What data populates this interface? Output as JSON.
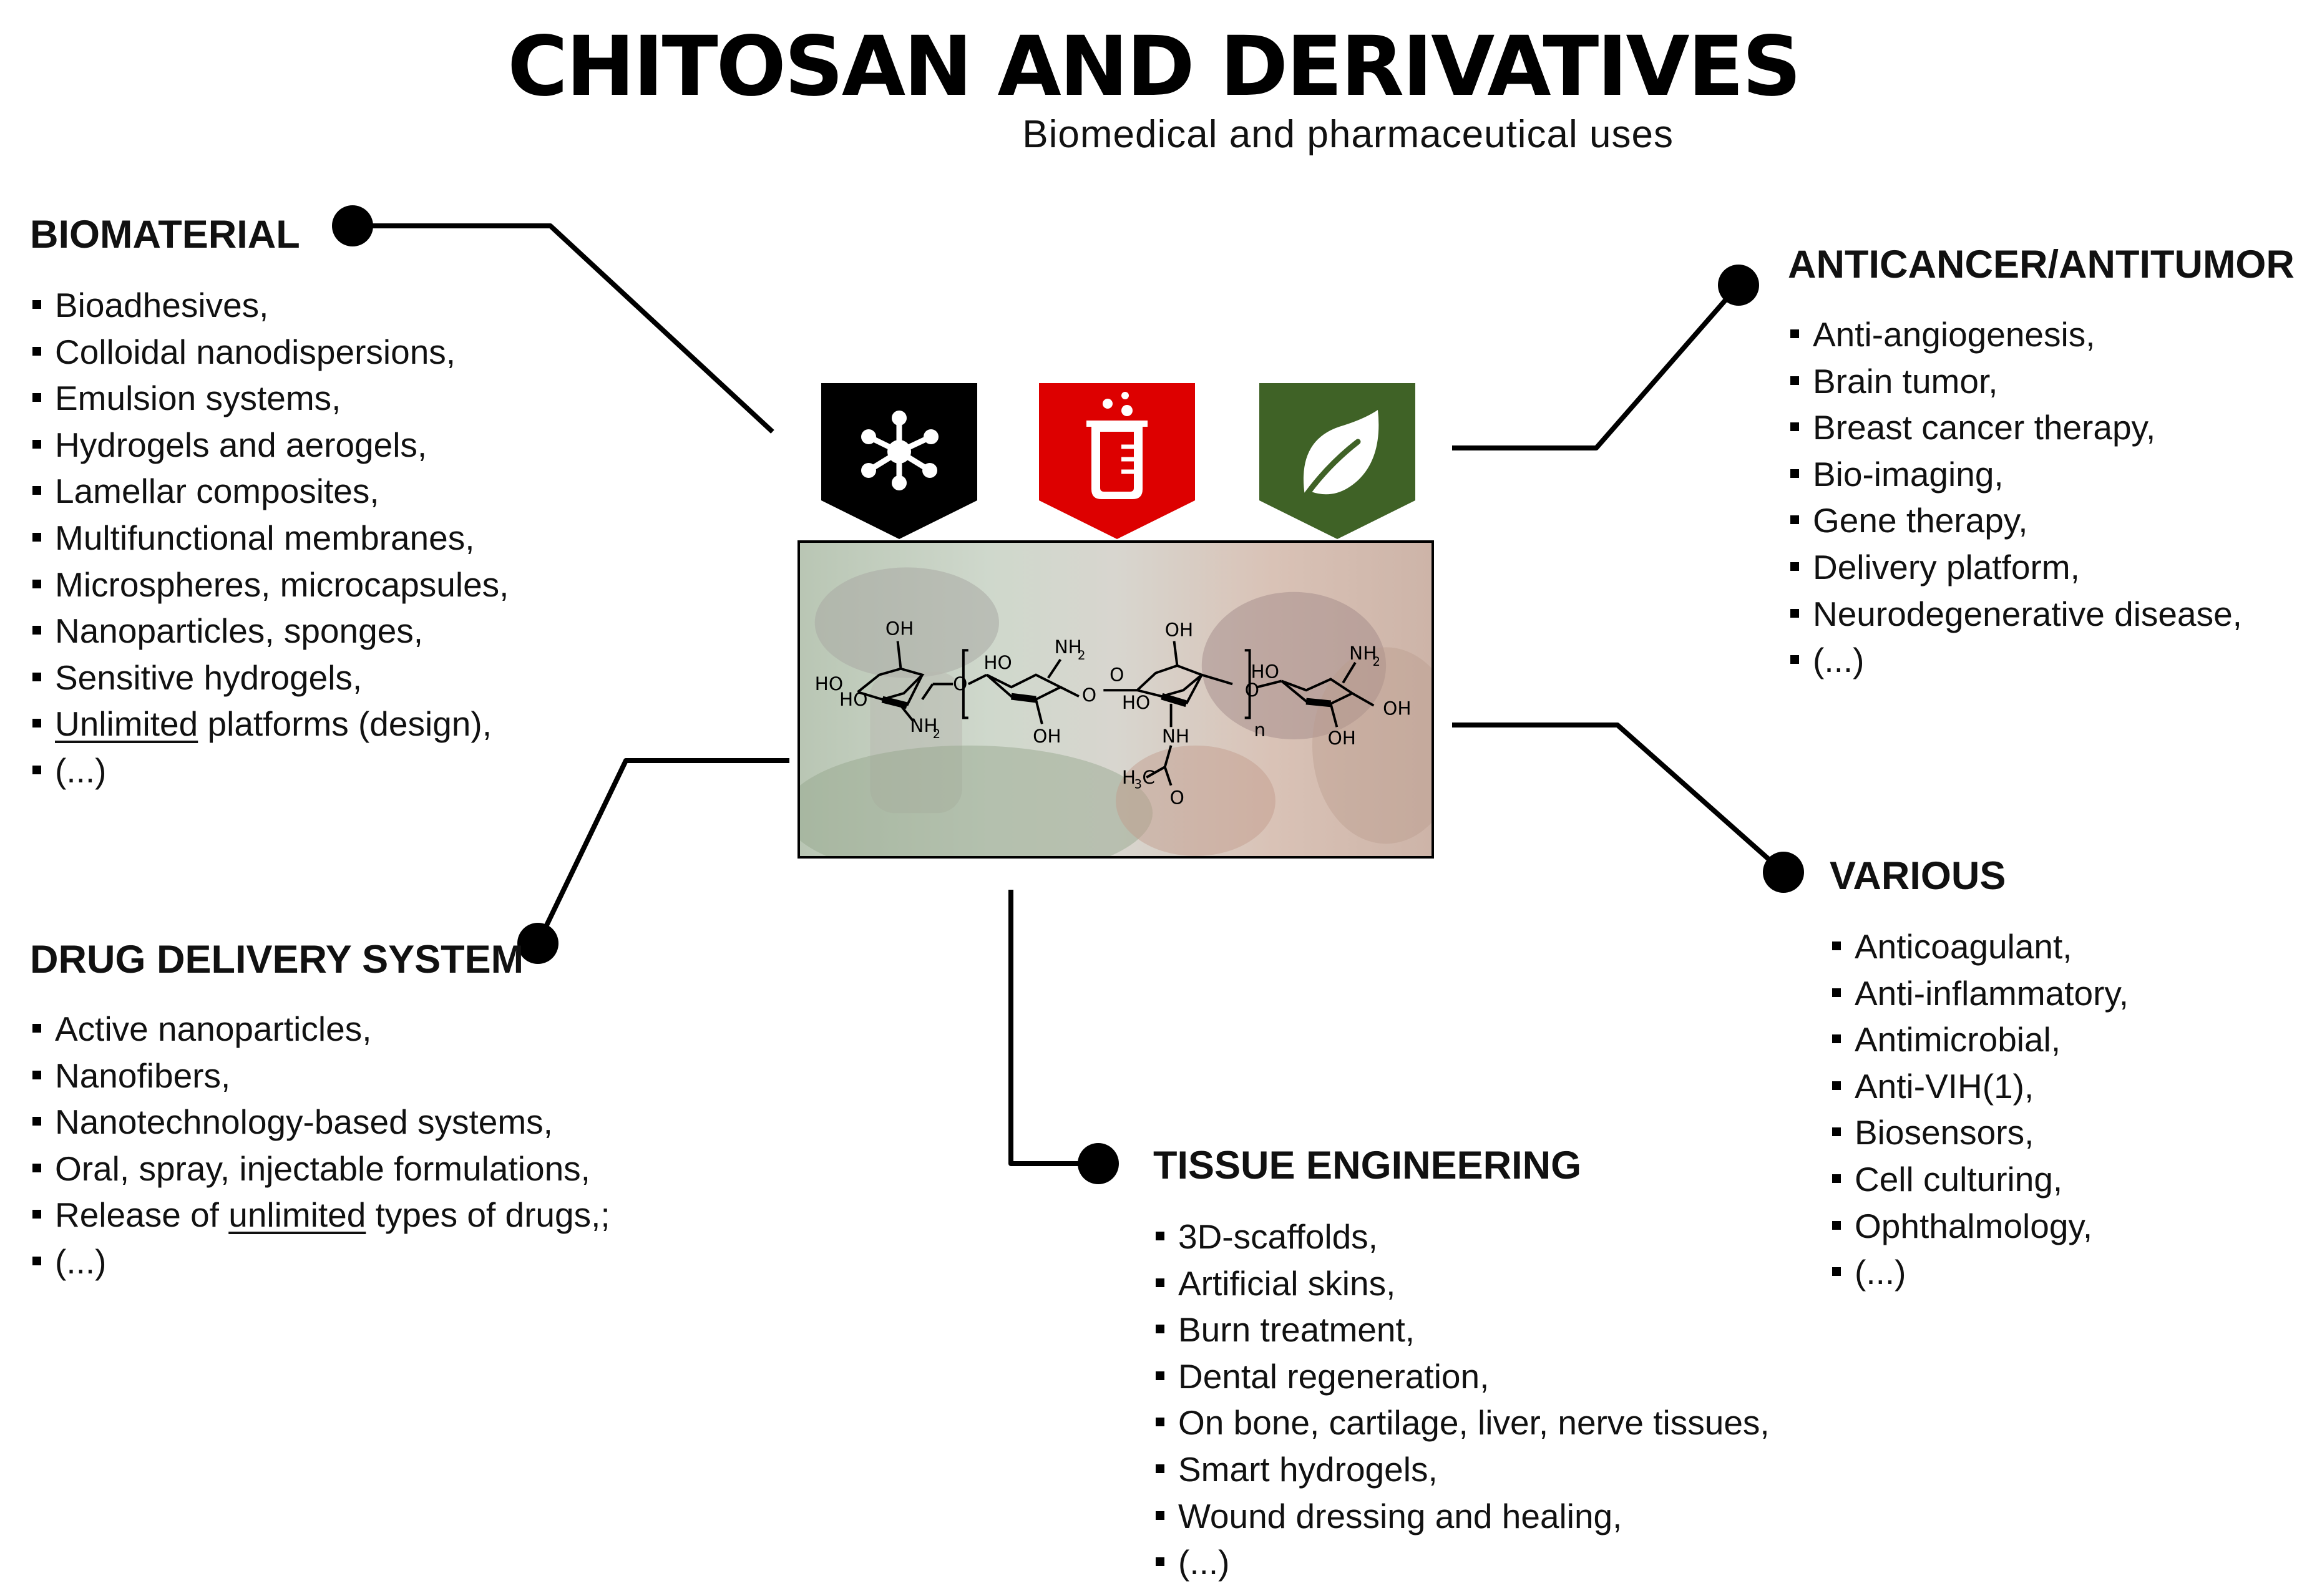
{
  "title": "CHITOSAN AND DERIVATIVES",
  "subtitle": "Biomedical and pharmaceutical uses",
  "center_icons": [
    {
      "name": "molecule-network-icon",
      "color": "#000000"
    },
    {
      "name": "laboratory-beaker-icon",
      "color": "#dd0000"
    },
    {
      "name": "leaf-icon",
      "color": "#3f6226"
    }
  ],
  "sections": {
    "biomaterial": {
      "title": "BIOMATERIAL",
      "items": [
        "Bioadhesives,",
        "Colloidal nanodispersions,",
        "Emulsion systems,",
        "Hydrogels and aerogels,",
        "Lamellar composites,",
        "Multifunctional membranes,",
        "Microspheres, microcapsules,",
        "Nanoparticles, sponges,",
        "Sensitive hydrogels,",
        "",
        "(...)"
      ],
      "item_10_underlined": "Unlimited",
      "item_10_rest": " platforms (design),"
    },
    "anticancer": {
      "title": "ANTICANCER/ANTITUMOR",
      "items": [
        "Anti-angiogenesis,",
        "Brain tumor,",
        "Breast cancer therapy,",
        "Bio-imaging,",
        "Gene therapy,",
        "Delivery platform,",
        "Neurodegenerative disease,",
        "(...)"
      ]
    },
    "drug_delivery": {
      "title": "DRUG DELIVERY SYSTEM",
      "items": [
        "Active nanoparticles,",
        "Nanofibers,",
        "Nanotechnology-based systems,",
        "Oral, spray, injectable formulations,",
        "",
        "(...)"
      ],
      "item_5_before": "Release of ",
      "item_5_underlined": "unlimited",
      "item_5_after": " types of drugs,;"
    },
    "various": {
      "title": "VARIOUS",
      "items": [
        "Anticoagulant,",
        "Anti-inflammatory,",
        "Antimicrobial,",
        "Anti-VIH(1),",
        "Biosensors,",
        "Cell culturing,",
        "Ophthalmology,",
        "(...)"
      ]
    },
    "tissue": {
      "title": "TISSUE ENGINEERING",
      "items": [
        "3D-scaffolds,",
        "Artificial skins,",
        "Burn treatment,",
        "Dental regeneration,",
        "On bone, cartilage, liver, nerve tissues,",
        "Smart hydrogels,",
        "Wound dressing and healing,",
        "(...)"
      ]
    }
  },
  "molecule_labels": {
    "oh": "OH",
    "ho": "HO",
    "nh2": "NH",
    "sub2": "2",
    "o": "O",
    "nh": "NH",
    "n": "n",
    "h3c": "H",
    "sub3": "3",
    "c": "C"
  }
}
